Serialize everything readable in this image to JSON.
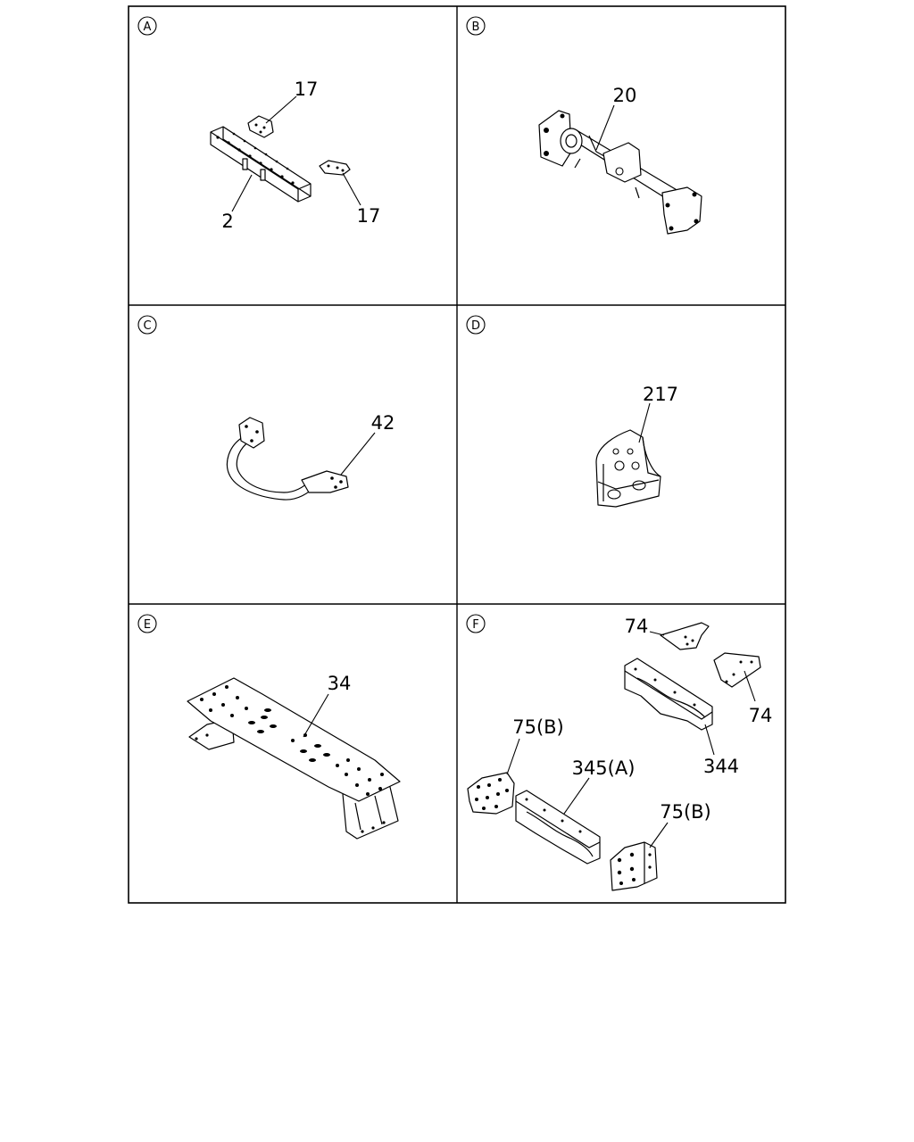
{
  "panels": [
    {
      "letter": "A",
      "callouts": [
        "17",
        "17",
        "2"
      ]
    },
    {
      "letter": "B",
      "callouts": [
        "20"
      ]
    },
    {
      "letter": "C",
      "callouts": [
        "42"
      ]
    },
    {
      "letter": "D",
      "callouts": [
        "217"
      ]
    },
    {
      "letter": "E",
      "callouts": [
        "34"
      ]
    },
    {
      "letter": "F",
      "callouts": [
        "74",
        "74",
        "75(B)",
        "345(A)",
        "344",
        "75(B)"
      ]
    }
  ]
}
